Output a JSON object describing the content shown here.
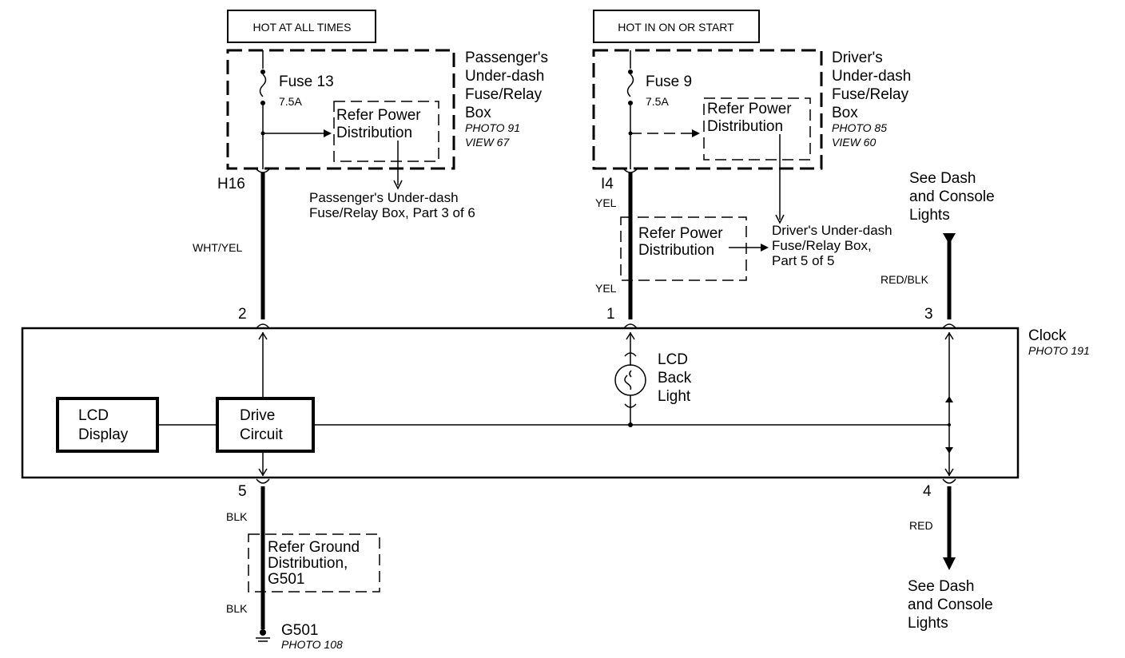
{
  "power_sources": {
    "hot_at_all_times": "HOT AT ALL TIMES",
    "hot_in_on_or_start": "HOT IN ON OR START"
  },
  "passenger_box": {
    "fuse_name": "Fuse 13",
    "fuse_rating": "7.5A",
    "refer_line1": "Refer Power",
    "refer_line2": "Distribution",
    "title_lines": [
      "Passenger's",
      "Under-dash",
      "Fuse/Relay",
      "Box"
    ],
    "photo": "PHOTO 91",
    "view": "VIEW 67",
    "connector": "H16",
    "ref_line1": "Passenger's Under-dash",
    "ref_line2": "Fuse/Relay Box, Part 3 of 6"
  },
  "driver_box": {
    "fuse_name": "Fuse 9",
    "fuse_rating": "7.5A",
    "refer_line1": "Refer Power",
    "refer_line2": "Distribution",
    "title_lines": [
      "Driver's",
      "Under-dash",
      "Fuse/Relay",
      "Box"
    ],
    "photo": "PHOTO 85",
    "view": "VIEW 60",
    "connector": "I4",
    "ref_lines": [
      "Driver's Under-dash",
      "Fuse/Relay Box,",
      "Part 5 of 5"
    ]
  },
  "wires": {
    "wht_yel": "WHT/YEL",
    "yel_top": "YEL",
    "yel_bottom": "YEL",
    "red_blk": "RED/BLK",
    "red": "RED",
    "blk_top": "BLK",
    "blk_bottom": "BLK"
  },
  "mid_refer": {
    "line1": "Refer Power",
    "line2": "Distribution"
  },
  "dash_lights_top": [
    "See Dash",
    "and Console",
    "Lights"
  ],
  "dash_lights_bottom": [
    "See Dash",
    "and Console",
    "Lights"
  ],
  "pins": {
    "p1": "1",
    "p2": "2",
    "p3": "3",
    "p4": "4",
    "p5": "5"
  },
  "clock": {
    "title": "Clock",
    "photo": "PHOTO 191",
    "lcd_display": [
      "LCD",
      "Display"
    ],
    "drive_circuit": [
      "Drive",
      "Circuit"
    ],
    "backlight": [
      "LCD",
      "Back",
      "Light"
    ]
  },
  "ground_refer": [
    "Refer Ground",
    "Distribution,",
    "G501"
  ],
  "ground": {
    "name": "G501",
    "photo": "PHOTO 108"
  }
}
